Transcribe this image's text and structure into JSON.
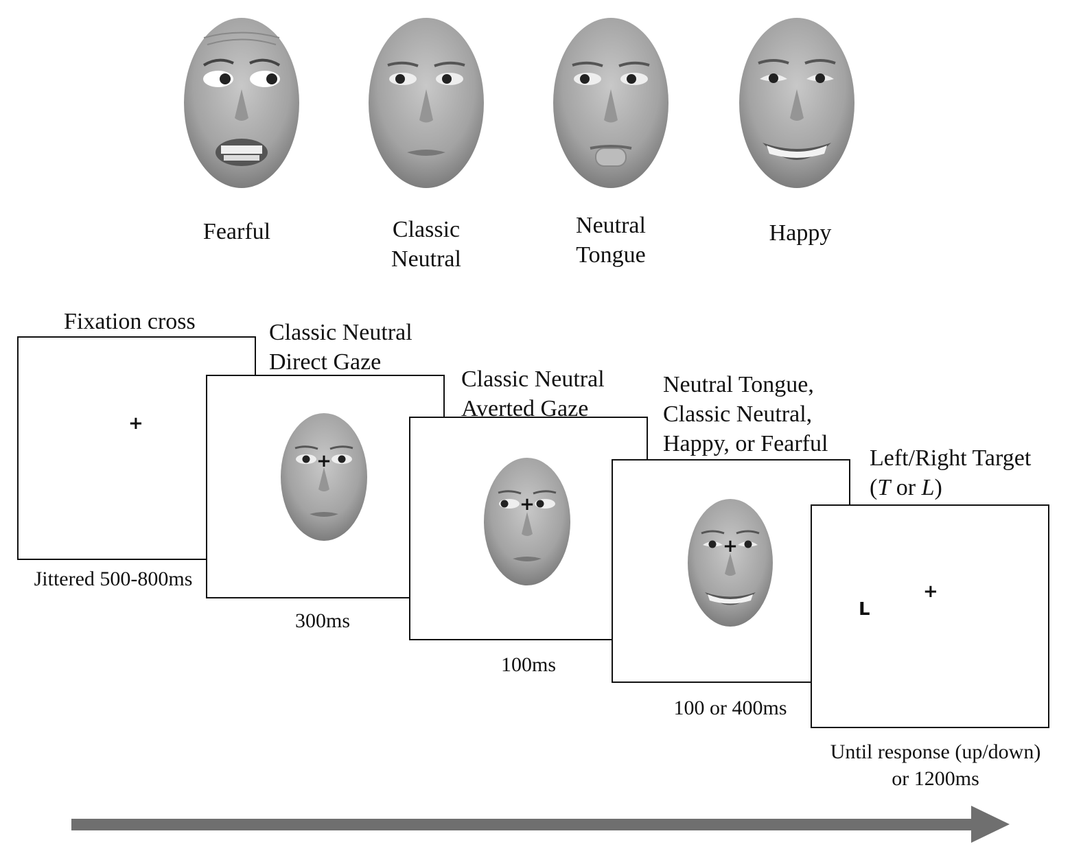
{
  "expressions": [
    {
      "label_lines": [
        "Fearful"
      ],
      "expression": "fearful"
    },
    {
      "label_lines": [
        "Classic",
        "Neutral"
      ],
      "expression": "neutral"
    },
    {
      "label_lines": [
        "Neutral",
        "Tongue"
      ],
      "expression": "tongue"
    },
    {
      "label_lines": [
        "Happy"
      ],
      "expression": "happy"
    }
  ],
  "sequence": [
    {
      "title_lines": [
        "Fixation cross"
      ],
      "timing_lines": [
        "Jittered 500-800ms"
      ],
      "fixation": "+"
    },
    {
      "title_lines": [
        "Classic Neutral",
        "Direct Gaze"
      ],
      "timing_lines": [
        "300ms"
      ],
      "fixation": "+",
      "face": "neutral-direct"
    },
    {
      "title_lines": [
        "Classic Neutral",
        "Averted Gaze"
      ],
      "timing_lines": [
        "100ms"
      ],
      "fixation": "+",
      "face": "neutral-averted"
    },
    {
      "title_lines": [
        "Neutral Tongue,",
        "Classic Neutral,",
        "Happy, or Fearful"
      ],
      "timing_lines": [
        "100 or 400ms"
      ],
      "fixation": "+",
      "face": "happy"
    },
    {
      "title_lines": [
        "Left/Right Target",
        "(T or L)"
      ],
      "timing_lines": [
        "Until response (up/down)",
        "or 1200ms"
      ],
      "fixation": "+",
      "target": "L"
    }
  ],
  "colors": {
    "frame": "#111111",
    "arrow": "#6f6f6f",
    "face_skin": "#a9a9a9"
  },
  "icons": {
    "timeline": "right-arrow-icon"
  }
}
